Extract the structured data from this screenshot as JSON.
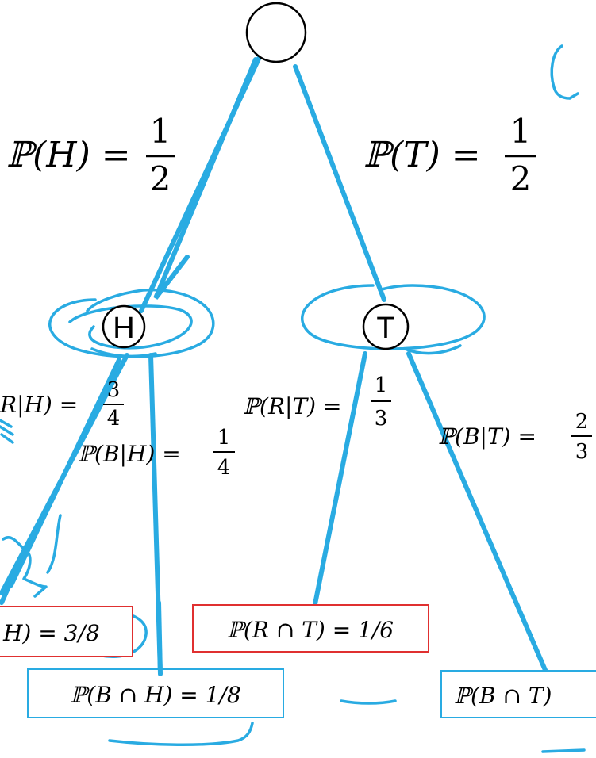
{
  "nodes": {
    "root": {
      "label": ""
    },
    "heads": {
      "label": "H"
    },
    "tails": {
      "label": "T"
    }
  },
  "edges": {
    "p_heads": {
      "lhs": "ℙ(H) =",
      "num": "1",
      "den": "2"
    },
    "p_tails": {
      "lhs": "ℙ(T) =",
      "num": "1",
      "den": "2"
    },
    "p_red_given_heads": {
      "lhs": "R|H) =",
      "num": "3",
      "den": "4"
    },
    "p_blue_given_heads": {
      "lhs": "ℙ(B|H) =",
      "num": "1",
      "den": "4"
    },
    "p_red_given_tails": {
      "lhs": "ℙ(R|T) =",
      "num": "1",
      "den": "3"
    },
    "p_blue_given_tails": {
      "lhs": "ℙ(B|T) =",
      "num": "2",
      "den": "3"
    }
  },
  "outcomes": {
    "red_and_heads": "H) = 3/8",
    "blue_and_heads": "ℙ(B ∩ H) = 1/8",
    "red_and_tails": "ℙ(R ∩ T) = 1/6",
    "blue_and_tails": "ℙ(B ∩ T)"
  },
  "colors": {
    "ink": "#29abe2",
    "red_box": "#e03030",
    "blue_box": "#29abe2",
    "text": "#000000"
  }
}
